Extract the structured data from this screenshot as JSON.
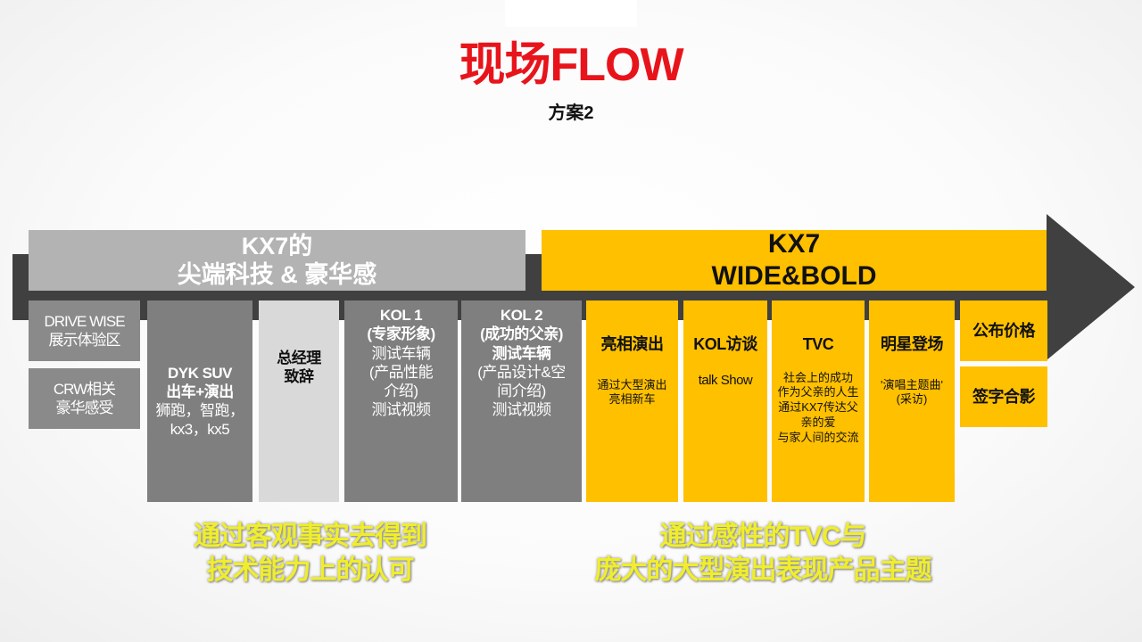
{
  "header": {
    "title": "现场FLOW",
    "subtitle": "方案2"
  },
  "banners": {
    "left": {
      "line1": "KX7的",
      "line2": "尖端科技 & 豪华感"
    },
    "right": {
      "line1": "KX7",
      "line2": "WIDE&BOLD"
    }
  },
  "side_boxes": {
    "drive_wise": {
      "line1": "DRIVE WISE",
      "line2": "展示体验区"
    },
    "crw": {
      "line1": "CRW相关",
      "line2": "豪华感受"
    }
  },
  "gray_boxes": {
    "dyk": {
      "head1": "DYK SUV",
      "head2": "出车+演出",
      "body1": "狮跑，智跑，",
      "body2": "kx3，kx5"
    },
    "gm": {
      "line1": "总经理",
      "line2": "致辞"
    },
    "kol1": {
      "head1": "KOL 1",
      "head2": "(专家形象)",
      "body1": "测试车辆",
      "body2": "(产品性能",
      "body3": "介绍)",
      "body4": "测试视频"
    },
    "kol2": {
      "head1": "KOL 2",
      "head2": "(成功的父亲)",
      "head3": "测试车辆",
      "body1": "(产品设计&空",
      "body2": "间介绍)",
      "body3": "测试视频"
    }
  },
  "yellow_boxes": {
    "show": {
      "head": "亮相演出",
      "body1": "通过大型演出",
      "body2": "亮相新车"
    },
    "kol_talk": {
      "head": "KOL访谈",
      "body": "talk Show"
    },
    "tvc": {
      "head": "TVC",
      "body1": "社会上的成功",
      "body2": "作为父亲的人生",
      "body3": "通过KX7传达父",
      "body4": "亲的爱",
      "body5": "与家人间的交流"
    },
    "star": {
      "head": "明星登场",
      "body1": "'演唱主题曲'",
      "body2": "(采访)"
    },
    "price": {
      "label": "公布价格"
    },
    "sign": {
      "label": "签字合影"
    }
  },
  "captions": {
    "left": {
      "line1": "通过客观事实去得到",
      "line2": "技术能力上的认可"
    },
    "right": {
      "line1": "通过感性的TVC与",
      "line2": "庞大的大型演出表现产品主题"
    }
  },
  "colors": {
    "title": "#e8141b",
    "accent_yellow": "#ffc000",
    "arrow": "#404040",
    "gray_box": "#8a8a8a",
    "light_box": "#d9d9d9",
    "caption": "#f0ee2a"
  }
}
